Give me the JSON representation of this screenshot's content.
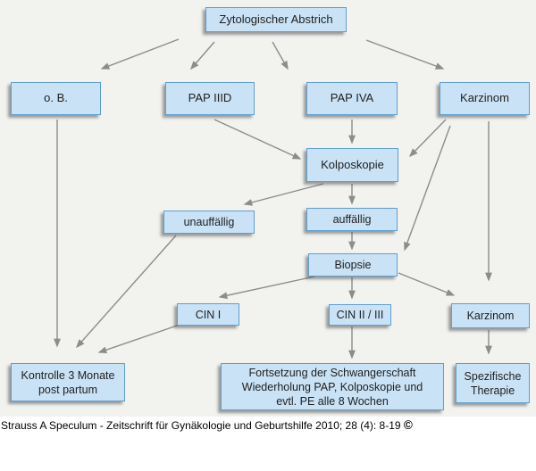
{
  "diagram": {
    "title_node": "Zytologischer Abstrich",
    "nodes": {
      "zyto": "Zytologischer Abstrich",
      "ob": "o. B.",
      "pap_iiid": "PAP IIID",
      "pap_iva": "PAP IVA",
      "karzinom_1": "Karzinom",
      "kolposkopie": "Kolposkopie",
      "unauffaellig": "unauffällig",
      "auffaellig": "auffällig",
      "biopsie": "Biopsie",
      "cin_i": "CIN I",
      "cin_ii_iii": "CIN II / III",
      "karzinom_2": "Karzinom",
      "kontrolle": "Kontrolle 3 Monate\npost partum",
      "fortsetzung": "Fortsetzung der Schwangerschaft\nWiederholung PAP, Kolposkopie und\nevtl. PE alle 8 Wochen",
      "spezifische": "Spezifische\nTherapie"
    },
    "edges": [
      {
        "from": "zyto",
        "to": "ob"
      },
      {
        "from": "zyto",
        "to": "pap_iiid"
      },
      {
        "from": "zyto",
        "to": "pap_iva"
      },
      {
        "from": "zyto",
        "to": "karzinom_1"
      },
      {
        "from": "ob",
        "to": "kontrolle"
      },
      {
        "from": "pap_iiid",
        "to": "kolposkopie"
      },
      {
        "from": "pap_iva",
        "to": "kolposkopie"
      },
      {
        "from": "karzinom_1",
        "to": "kolposkopie"
      },
      {
        "from": "karzinom_1",
        "to": "biopsie"
      },
      {
        "from": "karzinom_1",
        "to": "karzinom_2"
      },
      {
        "from": "kolposkopie",
        "to": "unauffaellig"
      },
      {
        "from": "kolposkopie",
        "to": "auffaellig"
      },
      {
        "from": "auffaellig",
        "to": "biopsie"
      },
      {
        "from": "unauffaellig",
        "to": "kontrolle"
      },
      {
        "from": "biopsie",
        "to": "cin_i"
      },
      {
        "from": "biopsie",
        "to": "cin_ii_iii"
      },
      {
        "from": "biopsie",
        "to": "karzinom_2"
      },
      {
        "from": "cin_i",
        "to": "kontrolle"
      },
      {
        "from": "cin_ii_iii",
        "to": "fortsetzung"
      },
      {
        "from": "karzinom_2",
        "to": "spezifische"
      }
    ],
    "colors": {
      "background": "#f2f2ef",
      "box_fill": "#c9e2f5",
      "box_border": "#5f9fd0",
      "arrow": "#8c8c8c",
      "text": "#1f1f1f"
    }
  },
  "footer": {
    "text": "Strauss A Speculum - Zeitschrift für Gynäkologie und Geburtshilfe 2010; 28 (4): 8-19",
    "copyright": "©"
  }
}
